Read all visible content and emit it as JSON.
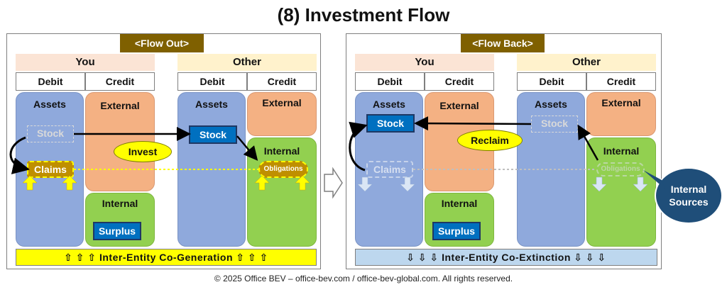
{
  "title": "(8) Investment Flow",
  "left_panel": {
    "header": "<Flow Out>",
    "you_label": "You",
    "other_label": "Other",
    "debit_label": "Debit",
    "credit_label": "Credit",
    "assets_label": "Assets",
    "external_label": "External",
    "internal_label": "Internal",
    "stock_ghost": "Stock",
    "stock_label": "Stock",
    "claims_label": "Claims",
    "obligations_label": "Obligations",
    "surplus_label": "Surplus",
    "invest_label": "Invest",
    "bar_label": "⇧ ⇧ ⇧ Inter-Entity Co-Generation ⇧ ⇧ ⇧"
  },
  "right_panel": {
    "header": "<Flow Back>",
    "you_label": "You",
    "other_label": "Other",
    "debit_label": "Debit",
    "credit_label": "Credit",
    "assets_label": "Assets",
    "external_label": "External",
    "internal_label": "Internal",
    "stock_label": "Stock",
    "stock_ghost": "Stock",
    "claims_ghost": "Claims",
    "obligations_ghost": "Obligations",
    "surplus_label": "Surplus",
    "reclaim_label": "Reclaim",
    "internal_sources_line1": "Internal",
    "internal_sources_line2": "Sources",
    "bar_label": "⇩ ⇩ ⇩ Inter-Entity Co-Extinction ⇩ ⇩ ⇩"
  },
  "colors": {
    "header_bg": "#7f6000",
    "assets": "#8fa9dc",
    "external": "#f4b183",
    "internal": "#92d050",
    "stock_blue": "#0070c0",
    "claims_gold": "#bf8f00",
    "highlight_yellow": "#ffff00",
    "sources_navy": "#1f4e79"
  },
  "footer": "© 2025 Office BEV – office-bev.com / office-bev-global.com. All rights reserved."
}
